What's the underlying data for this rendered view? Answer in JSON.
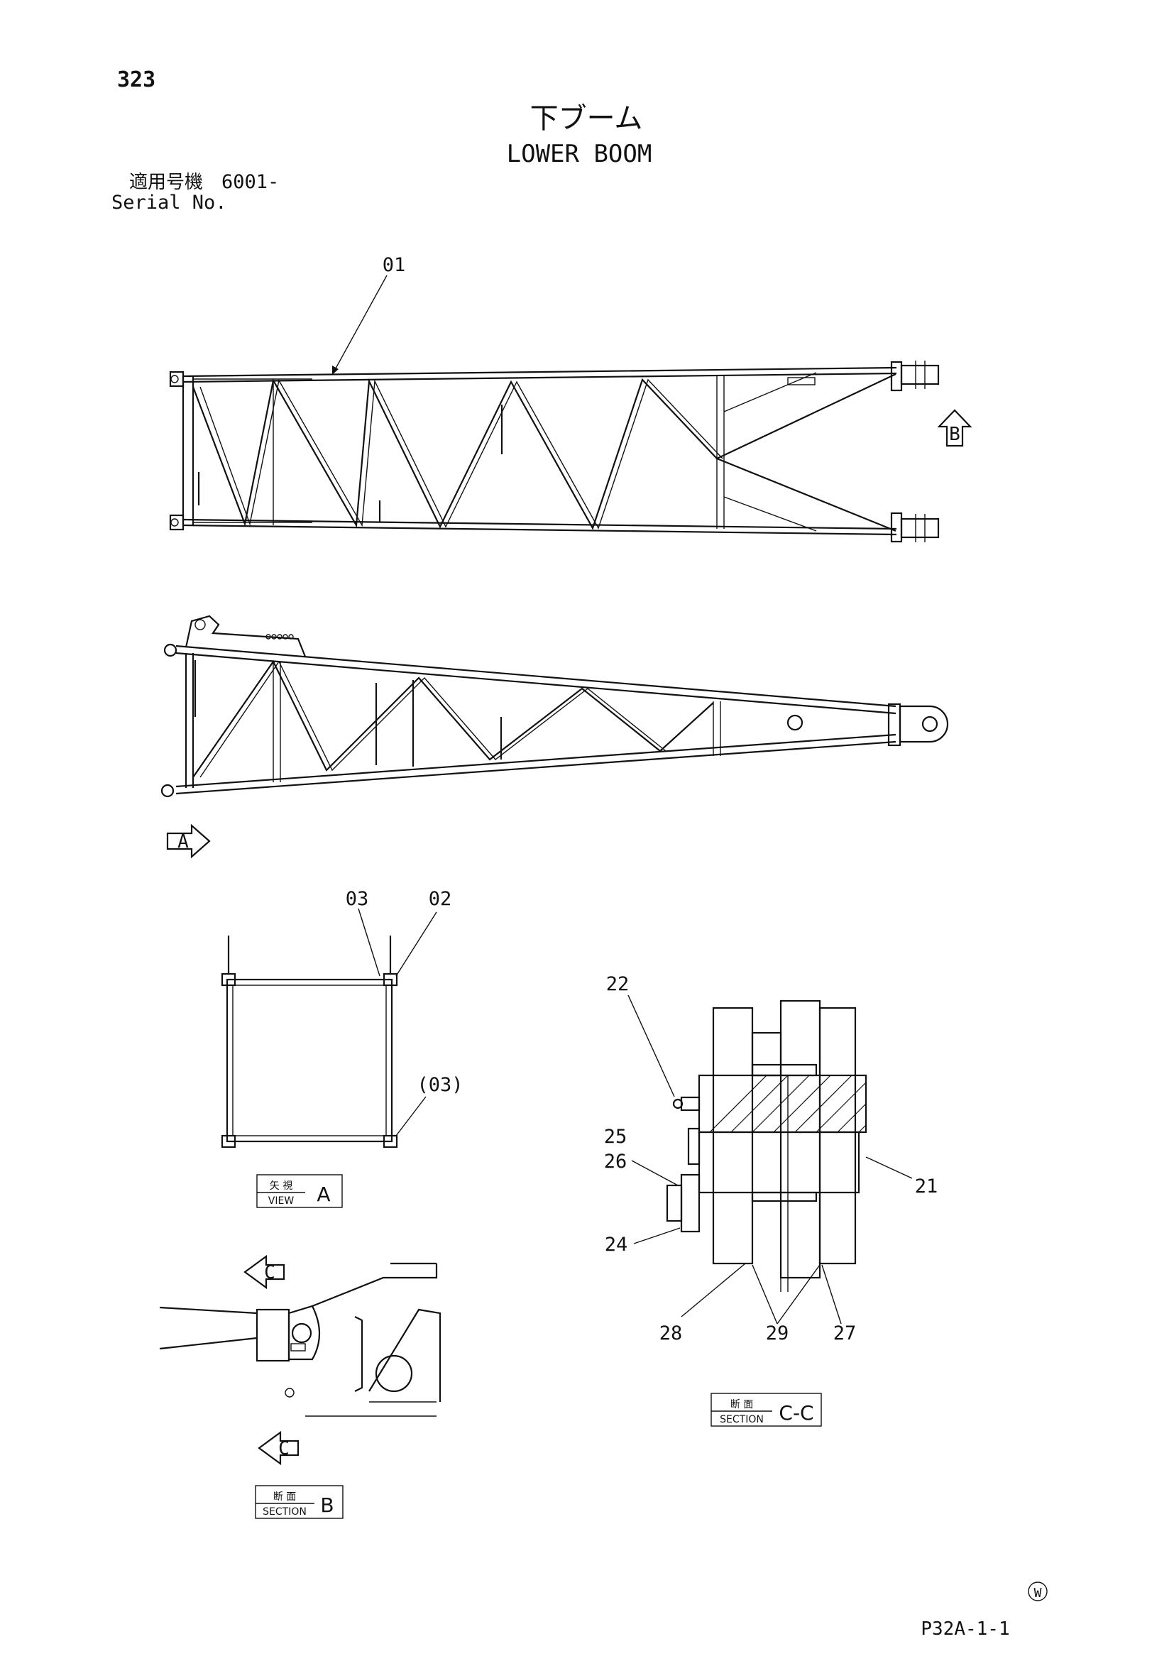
{
  "header": {
    "page_number": "323",
    "title_jp": "下ブーム",
    "title_en": "LOWER BOOM",
    "serial_label_jp": "適用号機",
    "serial_value": "6001-",
    "serial_label_en": "Serial No."
  },
  "callouts": {
    "c01": "01",
    "c02": "02",
    "c03": "03",
    "c03b": "(03)",
    "c21": "21",
    "c22": "22",
    "c24": "24",
    "c25": "25",
    "c26": "26",
    "c27": "27",
    "c28": "28",
    "c29": "29"
  },
  "view_markers": {
    "a": "A",
    "b": "B",
    "c": "C"
  },
  "view_labels": {
    "view_a": {
      "jp": "矢 視",
      "en": "VIEW",
      "letter": "A"
    },
    "section_b": {
      "jp": "断 面",
      "en": "SECTION",
      "letter": "B"
    },
    "section_cc": {
      "jp": "断 面",
      "en": "SECTION",
      "letter": "C-C"
    }
  },
  "footer": {
    "mark": "W",
    "code": "P32A-1-1"
  }
}
